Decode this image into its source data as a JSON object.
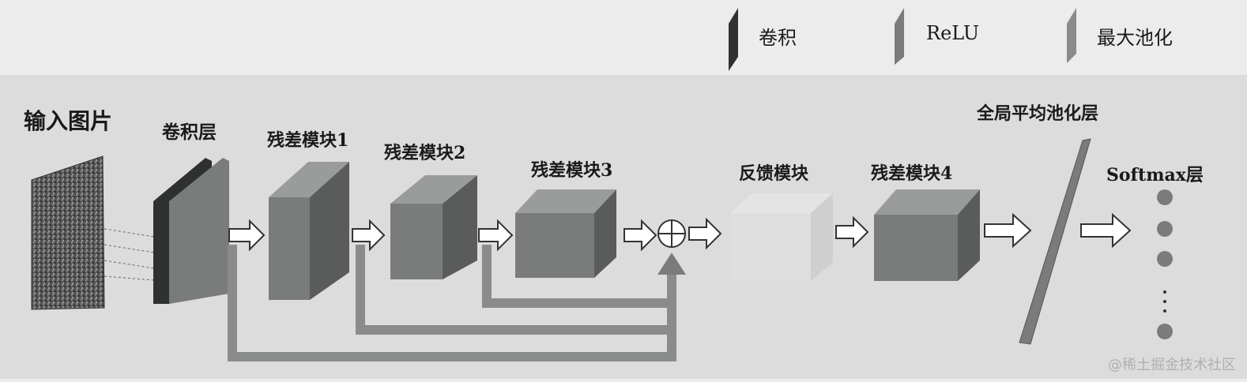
{
  "legend": [
    {
      "label": "卷积",
      "color": "#3a3d3c"
    },
    {
      "label": "ReLU",
      "color": "#7a7c7b"
    },
    {
      "label": "最大池化",
      "color": "#8a8c8b"
    }
  ],
  "labels": {
    "input": "输入图片",
    "conv": "卷积层",
    "res1": "残差模块1",
    "res2": "残差模块2",
    "res3": "残差模块3",
    "feedback": "反馈模块",
    "res4": "残差模块4",
    "gap": "全局平均池化层",
    "softmax": "Softmax层"
  },
  "watermark": "@稀土掘金技术社区"
}
